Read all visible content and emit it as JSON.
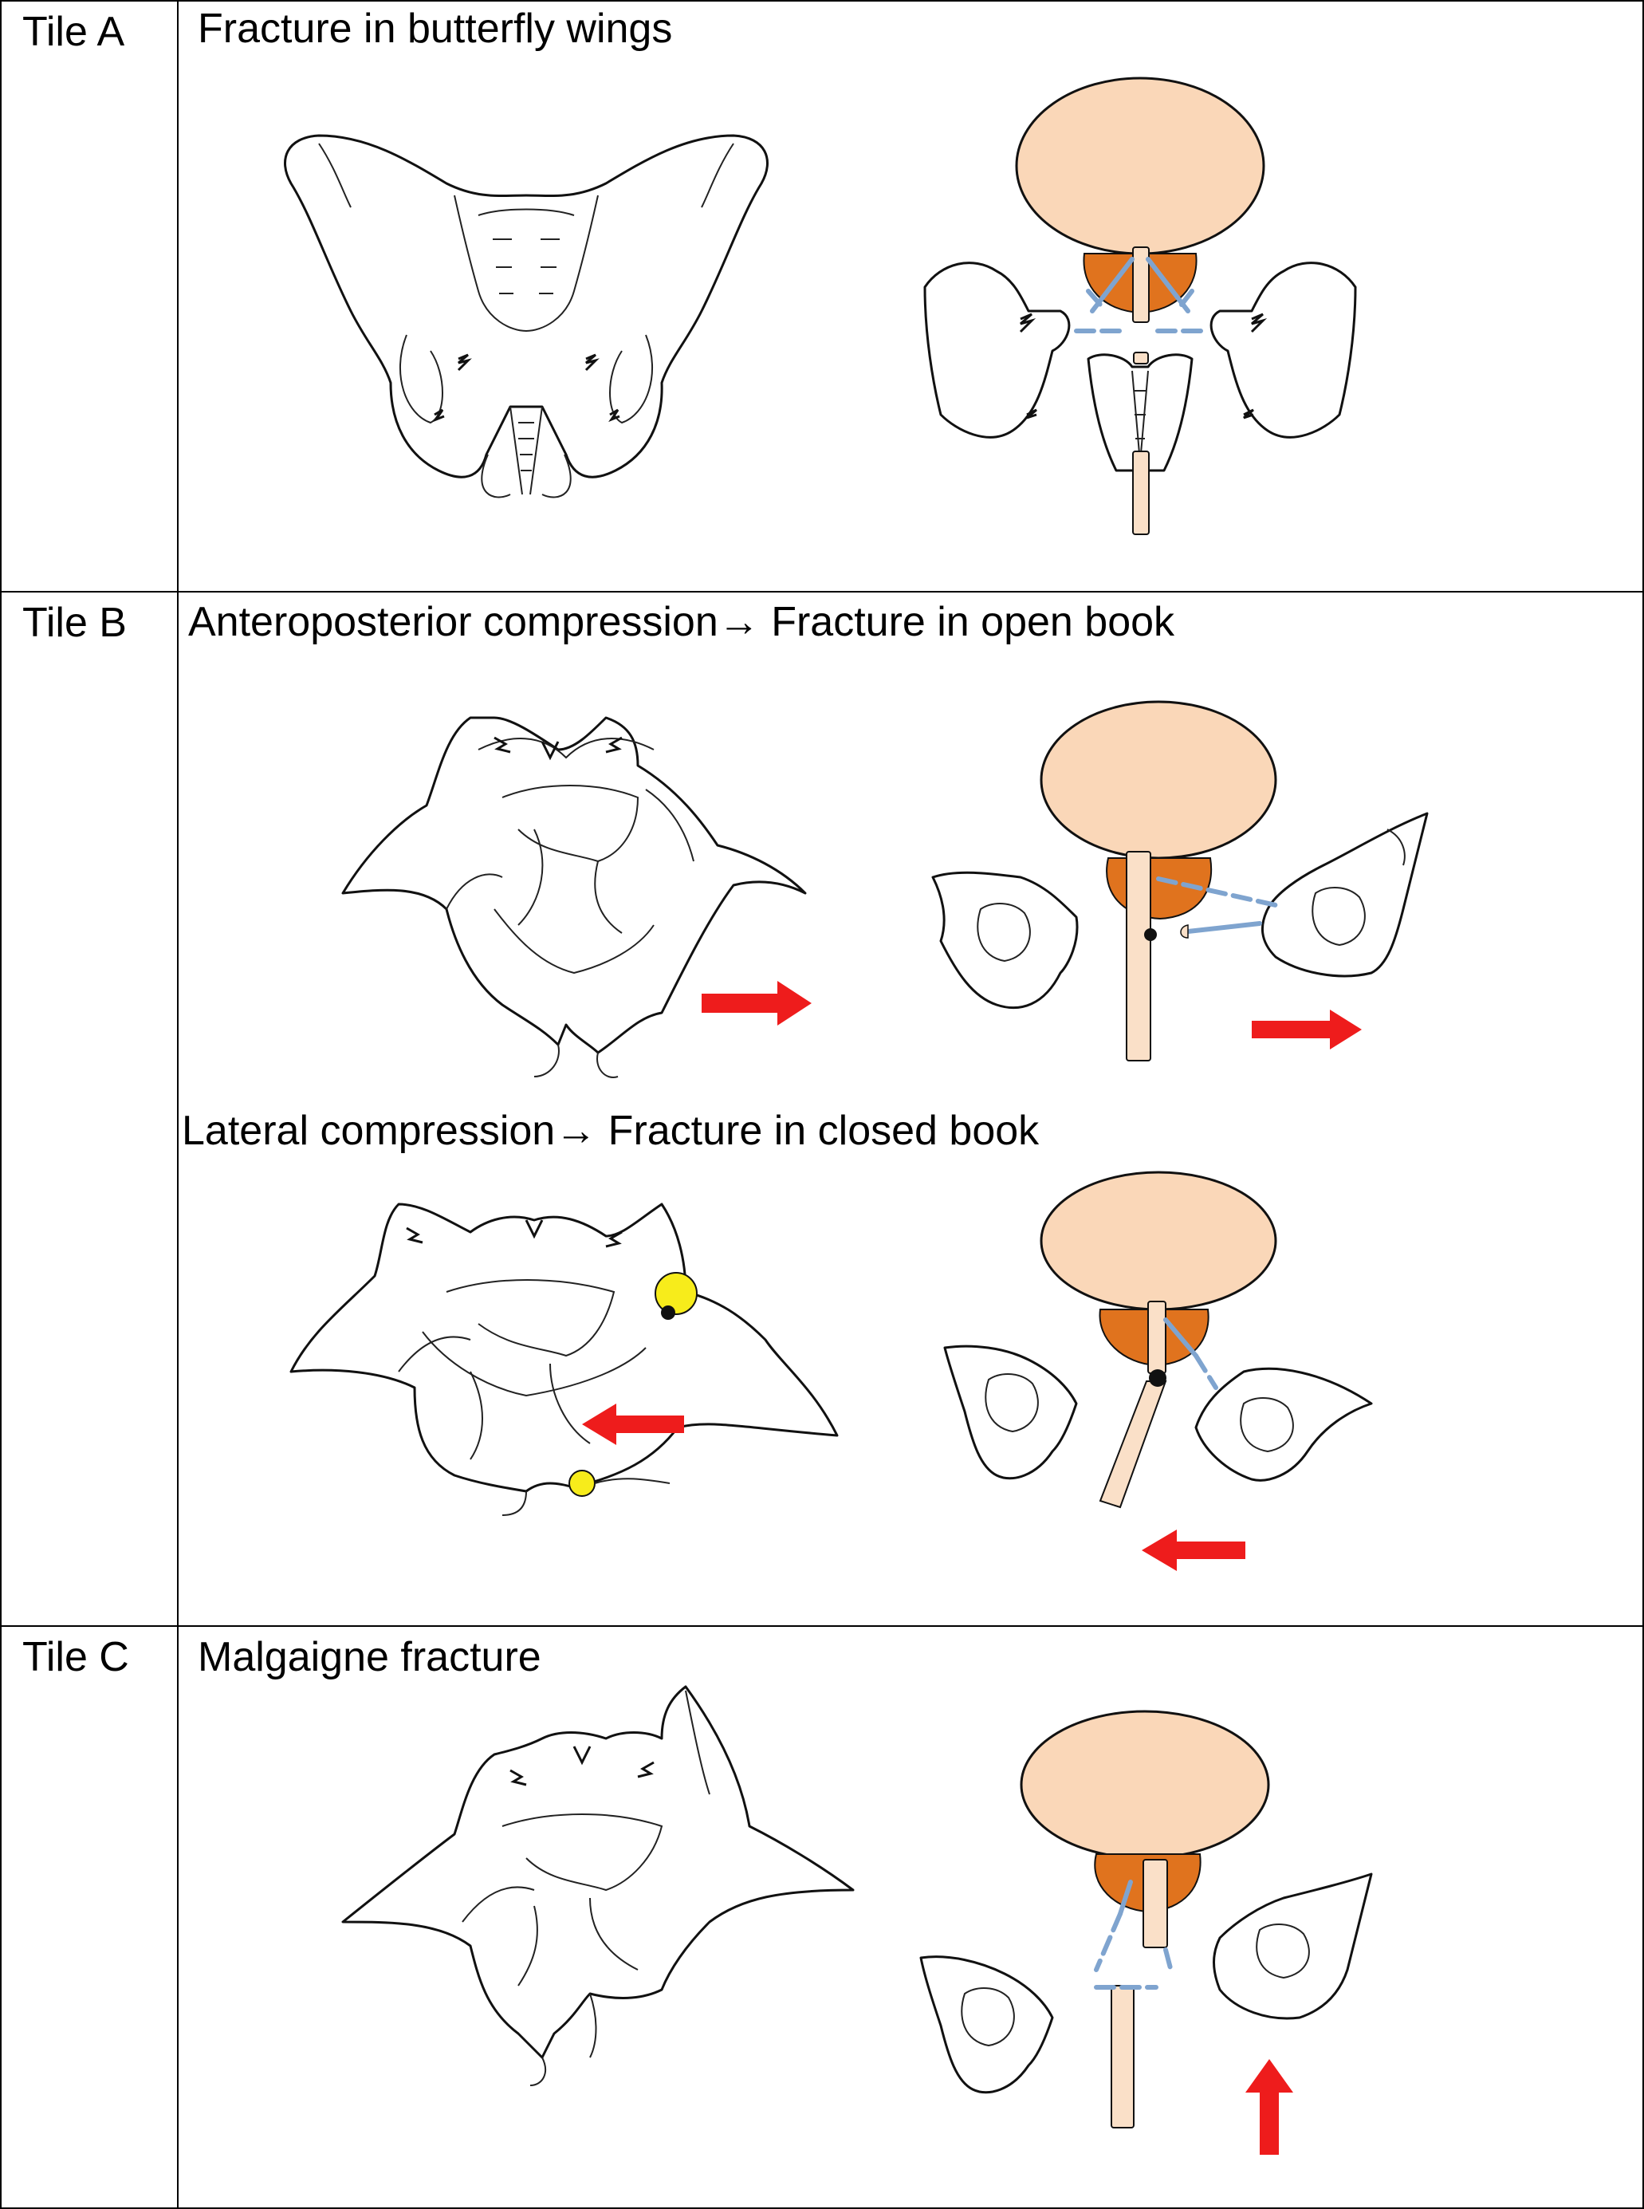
{
  "tiles": [
    {
      "label": "Tile A",
      "caption": "Fracture in butterfly wings"
    },
    {
      "label": "Tile B",
      "caption_top": "Anteroposterior compression→ Fracture in open book",
      "caption_bottom": "Lateral compression→ Fracture in closed book"
    },
    {
      "label": "Tile C",
      "caption": "Malgaigne fracture"
    }
  ],
  "colors": {
    "bladder": "#fad7b8",
    "prostate": "#e0731e",
    "urethra": "#fae0c8",
    "arrow": "#ee1c1c",
    "fracture_line": "#7fa4cf",
    "ligament_ball": "#f7ec1b"
  }
}
